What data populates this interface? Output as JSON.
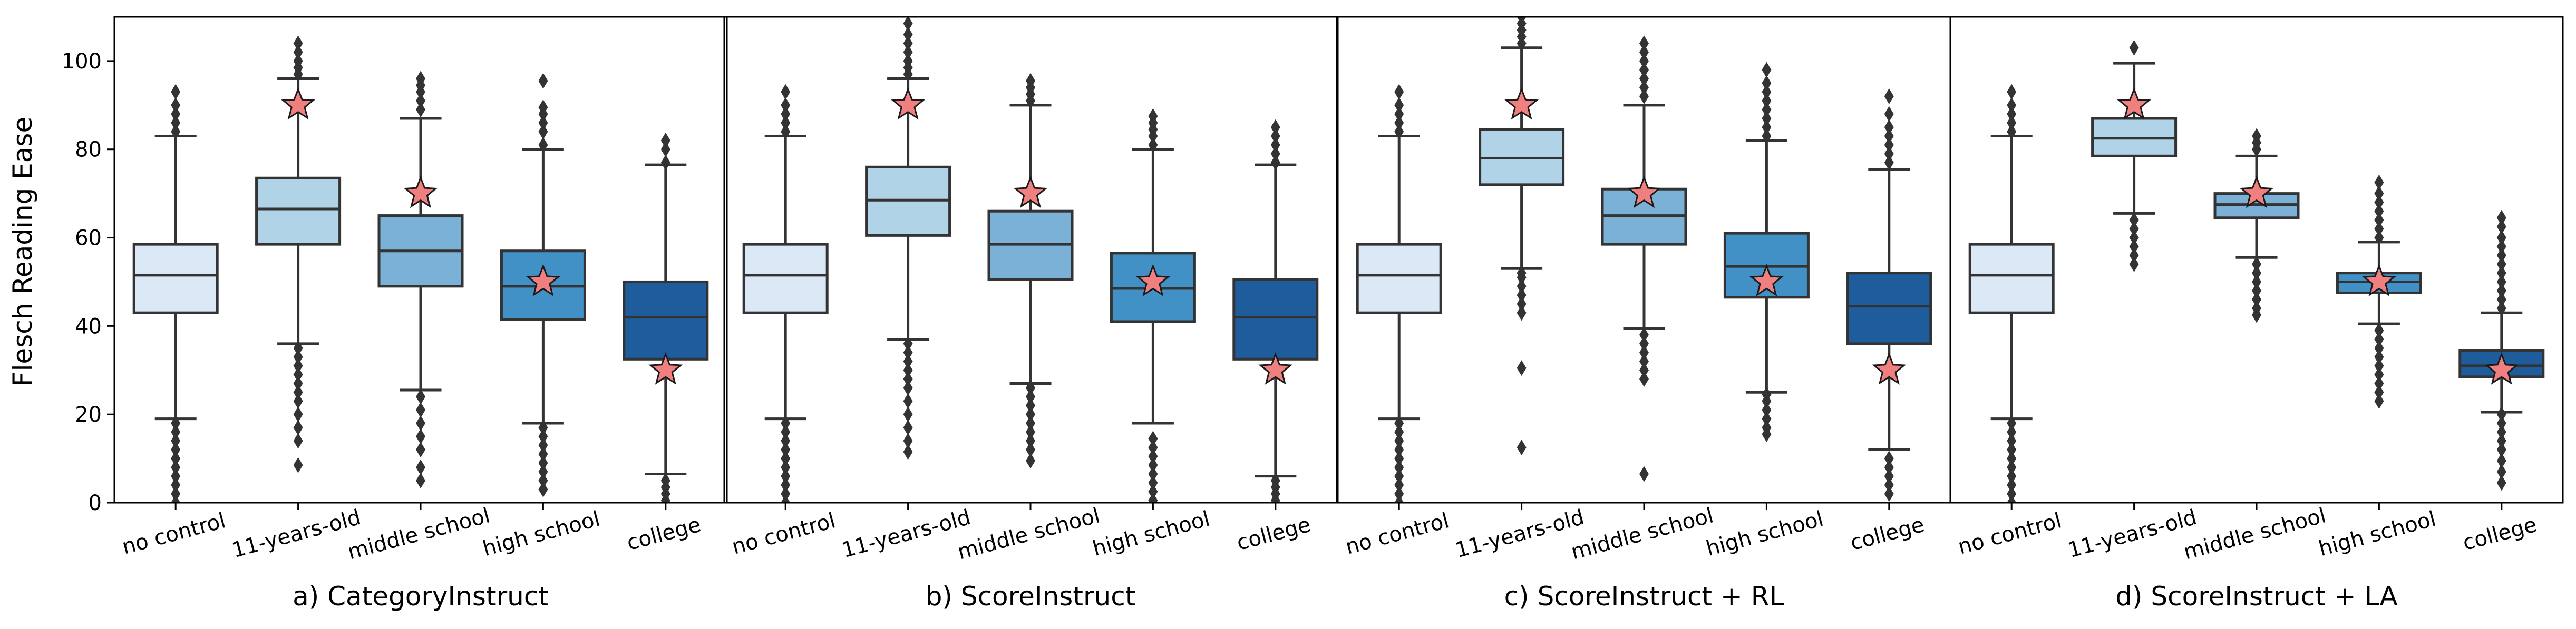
{
  "figure": {
    "ylabel": "Flesch Reading Ease",
    "y_ticks": [
      0,
      20,
      40,
      60,
      80,
      100
    ],
    "ylim": [
      0,
      110
    ]
  },
  "style": {
    "box_colors": [
      "#dbe9f6",
      "#b1d3e7",
      "#7bb1d6",
      "#4191c6",
      "#1e5c9c"
    ],
    "line_color": "#333333",
    "star_color": "#f08080",
    "star_edge": "#1a1a1a"
  },
  "chart_data": [
    {
      "type": "box",
      "title": "a) CategoryInstruct",
      "categories": [
        "no control",
        "11-years-old",
        "middle school",
        "high school",
        "college"
      ],
      "boxes": [
        {
          "whisker_low": 19,
          "q1": 43,
          "median": 51.5,
          "q3": 58.5,
          "whisker_high": 83,
          "outliers": [
            0,
            2,
            4,
            6,
            8,
            10,
            12,
            14,
            16,
            18,
            84,
            86,
            88,
            90,
            93
          ]
        },
        {
          "whisker_low": 36,
          "q1": 58.5,
          "median": 66.5,
          "q3": 73.5,
          "whisker_high": 96,
          "outliers": [
            8.5,
            14,
            17,
            20,
            23,
            25,
            27,
            29,
            31,
            33,
            35,
            97,
            98.5,
            100,
            102,
            104
          ]
        },
        {
          "whisker_low": 25.5,
          "q1": 49,
          "median": 57,
          "q3": 65,
          "whisker_high": 87,
          "outliers": [
            5,
            8,
            12,
            15,
            18,
            21,
            24,
            89,
            91,
            93,
            94.5,
            96
          ]
        },
        {
          "whisker_low": 18,
          "q1": 41.5,
          "median": 49,
          "q3": 57,
          "whisker_high": 80,
          "outliers": [
            3,
            5,
            7,
            9,
            11,
            13,
            15,
            17,
            81,
            84,
            86,
            88,
            89.5,
            95.5
          ]
        },
        {
          "whisker_low": 6.5,
          "q1": 32.5,
          "median": 42,
          "q3": 50,
          "whisker_high": 76.5,
          "outliers": [
            0.5,
            2,
            3.5,
            5,
            77,
            80,
            82
          ]
        }
      ],
      "targets": [
        90,
        70,
        50,
        30
      ]
    },
    {
      "type": "box",
      "title": "b) ScoreInstruct",
      "categories": [
        "no control",
        "11-years-old",
        "middle school",
        "high school",
        "college"
      ],
      "boxes": [
        {
          "whisker_low": 19,
          "q1": 43,
          "median": 51.5,
          "q3": 58.5,
          "whisker_high": 83,
          "outliers": [
            0,
            2,
            4,
            6,
            8,
            10,
            12,
            14,
            16,
            18,
            84,
            86,
            88,
            90,
            93
          ]
        },
        {
          "whisker_low": 37,
          "q1": 60.5,
          "median": 68.5,
          "q3": 76,
          "whisker_high": 96,
          "outliers": [
            11.5,
            14,
            17,
            20,
            23,
            26,
            28,
            30,
            32,
            34,
            36,
            97,
            98.5,
            100,
            102,
            104,
            106,
            108.5
          ]
        },
        {
          "whisker_low": 27,
          "q1": 50.5,
          "median": 58.5,
          "q3": 66,
          "whisker_high": 90,
          "outliers": [
            9.5,
            12,
            14,
            16,
            18,
            20,
            22,
            24,
            26,
            91,
            92.5,
            94,
            95.5
          ]
        },
        {
          "whisker_low": 18,
          "q1": 41,
          "median": 48.5,
          "q3": 56.5,
          "whisker_high": 80,
          "outliers": [
            0.5,
            2.5,
            4.5,
            6.5,
            8.5,
            10.5,
            12.5,
            14.5,
            81,
            83,
            84.5,
            86,
            87.5
          ]
        },
        {
          "whisker_low": 6,
          "q1": 32.5,
          "median": 42,
          "q3": 50.5,
          "whisker_high": 76.5,
          "outliers": [
            0.5,
            2,
            3.5,
            5,
            77,
            79,
            81,
            83,
            85
          ]
        }
      ],
      "targets": [
        90,
        70,
        50,
        30
      ]
    },
    {
      "type": "box",
      "title": "c) ScoreInstruct + RL",
      "categories": [
        "no control",
        "11-years-old",
        "middle school",
        "high school",
        "college"
      ],
      "boxes": [
        {
          "whisker_low": 19,
          "q1": 43,
          "median": 51.5,
          "q3": 58.5,
          "whisker_high": 83,
          "outliers": [
            0,
            2,
            4,
            6,
            8,
            10,
            12,
            14,
            16,
            18,
            84,
            86,
            88,
            90,
            93
          ]
        },
        {
          "whisker_low": 53,
          "q1": 72,
          "median": 78,
          "q3": 84.5,
          "whisker_high": 103,
          "outliers": [
            12.5,
            30.5,
            43,
            45,
            47,
            49,
            51,
            52,
            104,
            105.5,
            107,
            108.5,
            110
          ]
        },
        {
          "whisker_low": 39.5,
          "q1": 58.5,
          "median": 65,
          "q3": 71,
          "whisker_high": 90,
          "outliers": [
            6.5,
            28,
            30,
            32,
            34,
            36,
            38,
            92,
            94,
            96,
            98,
            100,
            102,
            104
          ]
        },
        {
          "whisker_low": 25,
          "q1": 46.5,
          "median": 53.5,
          "q3": 61,
          "whisker_high": 82,
          "outliers": [
            15.5,
            17,
            19,
            21,
            23,
            24.5,
            83,
            85,
            87,
            89,
            91,
            93,
            95,
            98
          ]
        },
        {
          "whisker_low": 12,
          "q1": 36,
          "median": 44.5,
          "q3": 52,
          "whisker_high": 75.5,
          "outliers": [
            2,
            4,
            6,
            8,
            10,
            77,
            79,
            81,
            83,
            85,
            88,
            92
          ]
        }
      ],
      "targets": [
        90,
        70,
        50,
        30
      ]
    },
    {
      "type": "box",
      "title": "d) ScoreInstruct + LA",
      "categories": [
        "no control",
        "11-years-old",
        "middle school",
        "high school",
        "college"
      ],
      "boxes": [
        {
          "whisker_low": 19,
          "q1": 43,
          "median": 51.5,
          "q3": 58.5,
          "whisker_high": 83,
          "outliers": [
            0,
            2,
            4,
            6,
            8,
            10,
            12,
            14,
            16,
            18,
            84,
            86,
            88,
            90,
            93
          ]
        },
        {
          "whisker_low": 65.5,
          "q1": 78.5,
          "median": 82.5,
          "q3": 87,
          "whisker_high": 99.5,
          "outliers": [
            54,
            56,
            58,
            60,
            62,
            64,
            103
          ]
        },
        {
          "whisker_low": 55.5,
          "q1": 64.5,
          "median": 67.5,
          "q3": 70,
          "whisker_high": 78.5,
          "outliers": [
            42.5,
            44,
            46,
            48,
            50,
            52,
            54,
            80,
            81.5,
            83
          ]
        },
        {
          "whisker_low": 40.5,
          "q1": 47.5,
          "median": 50,
          "q3": 52,
          "whisker_high": 59,
          "outliers": [
            23,
            25,
            27,
            29,
            31,
            33,
            35,
            37,
            39,
            60,
            62,
            64,
            66,
            68,
            70,
            72.5
          ]
        },
        {
          "whisker_low": 20.5,
          "q1": 28.5,
          "median": 31,
          "q3": 34.5,
          "whisker_high": 43,
          "outliers": [
            4.5,
            7,
            9.5,
            12,
            14,
            16,
            18,
            20,
            44,
            46,
            48,
            50,
            52,
            54,
            56,
            58,
            60,
            62.5,
            64.5
          ]
        }
      ],
      "targets": [
        90,
        70,
        50,
        30
      ]
    }
  ]
}
